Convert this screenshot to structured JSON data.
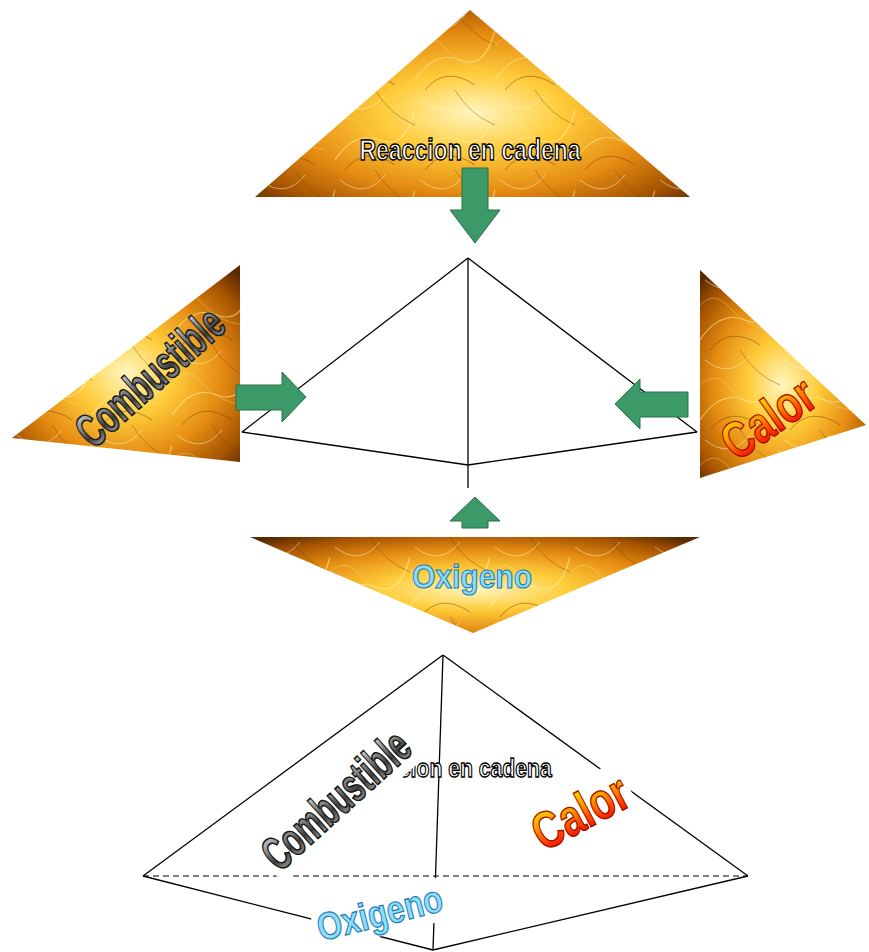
{
  "diagram": {
    "nodes": [
      {
        "text": [
          "Reaccion en cadena"
        ]
      },
      {
        "text": [
          "Combustible"
        ]
      },
      {
        "text": [
          "Calor"
        ]
      },
      {
        "text": [
          "Oxigeno"
        ]
      },
      {
        "text": [
          "Reaccion en cadena",
          "Combustible",
          "Calor",
          "Oxigeno"
        ]
      }
    ]
  }
}
